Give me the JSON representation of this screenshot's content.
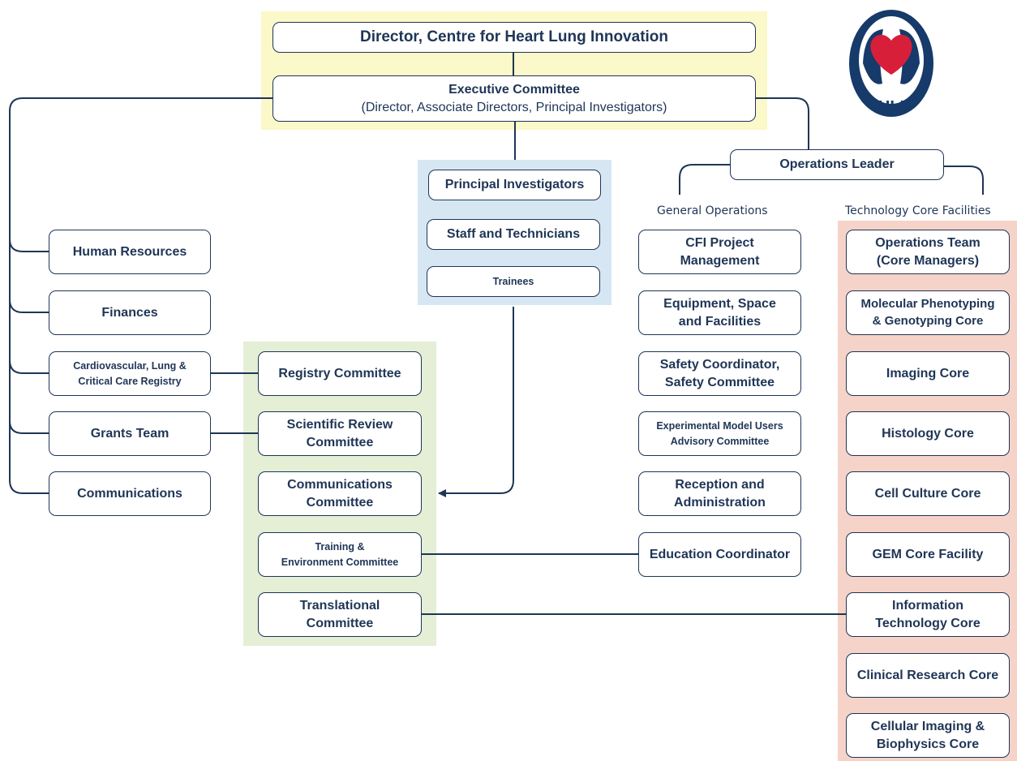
{
  "logo": {
    "text": "HLI"
  },
  "director": "Director, Centre for Heart Lung Innovation",
  "executive": {
    "title": "Executive Committee",
    "subtitle": "(Director, Associate Directors, Principal Investigators)"
  },
  "operations_leader": "Operations Leader",
  "section_labels": {
    "general_operations": "General Operations",
    "technology_core": "Technology Core Facilities"
  },
  "research": {
    "principal_investigators": "Principal Investigators",
    "staff": "Staff and Technicians",
    "trainees": "Trainees"
  },
  "left_units": {
    "human_resources": "Human Resources",
    "finances": "Finances",
    "registry": "Cardiovascular, Lung &\nCritical Care Registry",
    "grants": "Grants Team",
    "communications": "Communications"
  },
  "committees": {
    "registry": "Registry Committee",
    "scientific_review": "Scientific Review\nCommittee",
    "communications": "Communications\nCommittee",
    "training": "Training &\nEnvironment Committee",
    "translational": "Translational\nCommittee"
  },
  "general_operations": {
    "cfi": "CFI Project\nManagement",
    "equipment": "Equipment, Space\nand Facilities",
    "safety": "Safety Coordinator,\nSafety Committee",
    "experimental": "Experimental Model Users\nAdvisory Committee",
    "reception": "Reception and\nAdministration",
    "education": "Education Coordinator"
  },
  "core_facilities": {
    "operations_team": "Operations Team\n(Core Managers)",
    "molecular": "Molecular Phenotyping\n& Genotyping Core",
    "imaging": "Imaging Core",
    "histology": "Histology Core",
    "cell_culture": "Cell Culture Core",
    "gem": "GEM Core Facility",
    "it": "Information\nTechnology Core",
    "clinical": "Clinical Research Core",
    "cellular_imaging": "Cellular Imaging &\nBiophysics Core"
  }
}
